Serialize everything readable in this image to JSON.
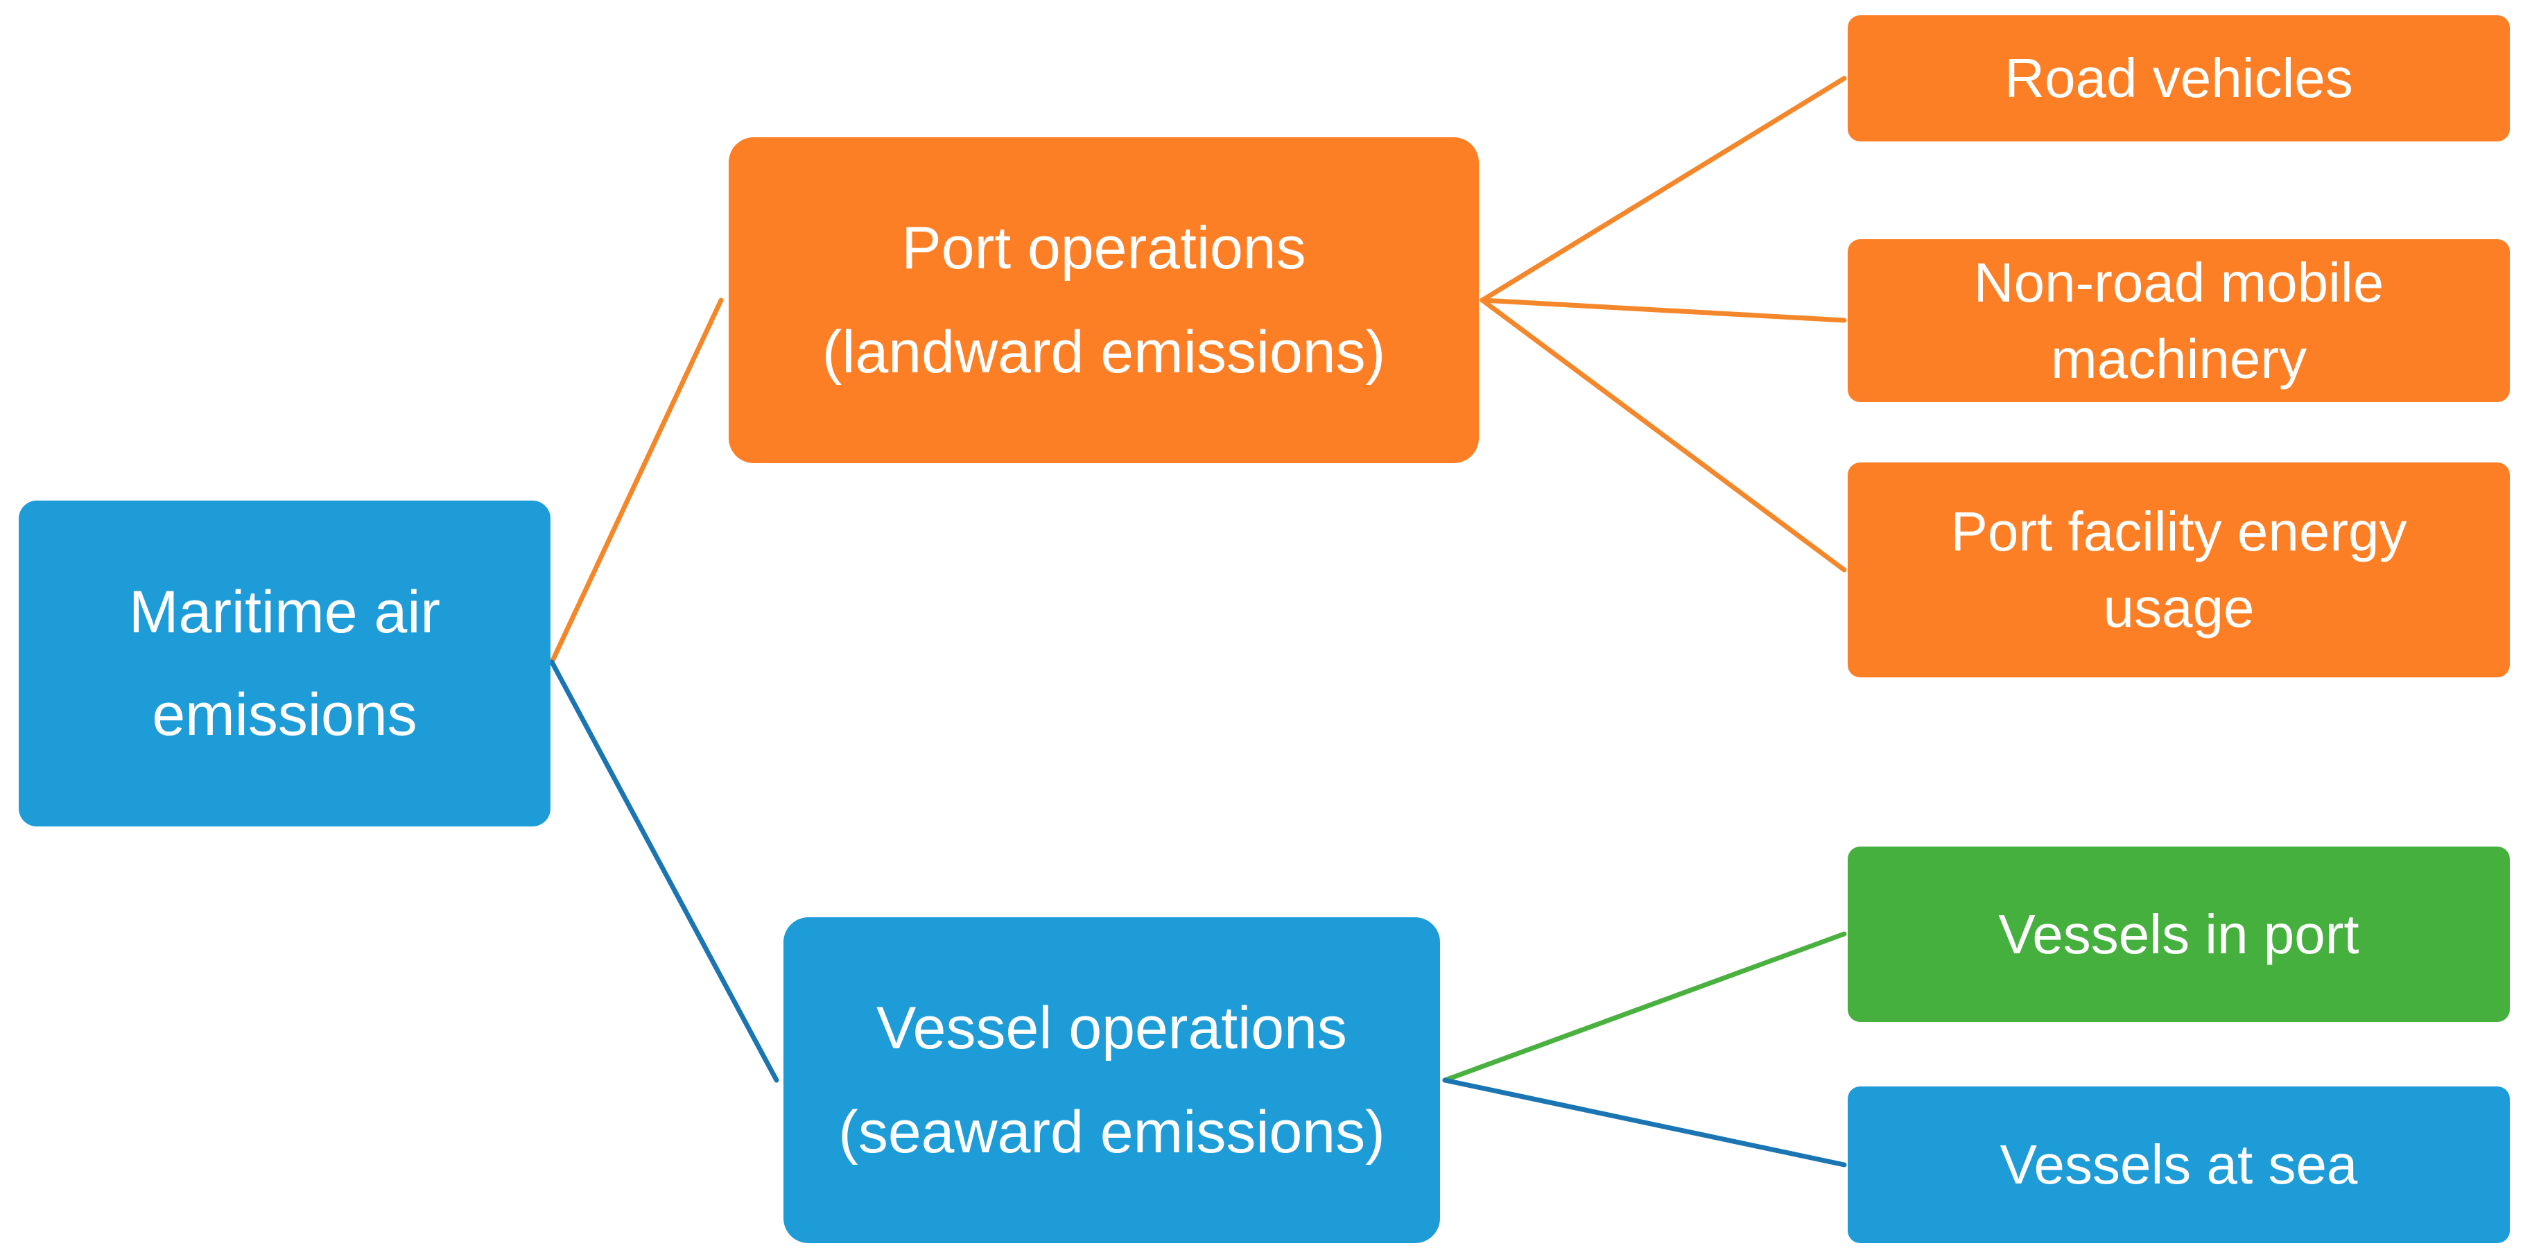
{
  "colors": {
    "blue": "#1d9cd8",
    "orange": "#fc7f26",
    "green": "#45b03d",
    "blue_connector": "#1a75b2",
    "orange_connector": "#f5872b",
    "green_connector": "#4ab140"
  },
  "diagram": {
    "root": {
      "label": "Maritime air\nemissions",
      "color": "blue"
    },
    "branches": [
      {
        "label": "Port operations\n(landward emissions)",
        "color": "orange",
        "connector_color": "orange_connector",
        "children": [
          {
            "label": "Road vehicles",
            "color": "orange",
            "connector_color": "orange_connector"
          },
          {
            "label": "Non-road mobile\nmachinery",
            "color": "orange",
            "connector_color": "orange_connector"
          },
          {
            "label": "Port facility energy\nusage",
            "color": "orange",
            "connector_color": "orange_connector"
          }
        ]
      },
      {
        "label": "Vessel operations\n(seaward emissions)",
        "color": "blue",
        "connector_color": "blue_connector",
        "children": [
          {
            "label": "Vessels in port",
            "color": "green",
            "connector_color": "green_connector"
          },
          {
            "label": "Vessels at sea",
            "color": "blue",
            "connector_color": "blue_connector"
          }
        ]
      }
    ]
  }
}
